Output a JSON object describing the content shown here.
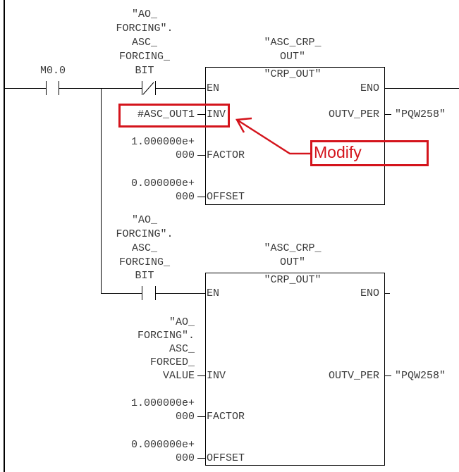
{
  "rungs": [
    {
      "contact1": {
        "label": "M0.0",
        "type": "normally-open"
      },
      "contact2": {
        "label_lines": [
          "\"AO_",
          "FORCING\".",
          "ASC_",
          "FORCING_",
          "BIT"
        ],
        "type": "normally-closed"
      },
      "block": {
        "instance_lines": [
          "\"ASC_CRP_",
          "OUT\""
        ],
        "type_name": "\"CRP_OUT\"",
        "inputs": [
          {
            "pin": "EN",
            "value_lines": []
          },
          {
            "pin": "INV",
            "value_lines": [
              "#ASC_OUT1"
            ]
          },
          {
            "pin": "FACTOR",
            "value_lines": [
              "1.000000e+",
              "000"
            ]
          },
          {
            "pin": "OFFSET",
            "value_lines": [
              "0.000000e+",
              "000"
            ]
          }
        ],
        "outputs": [
          {
            "pin": "ENO",
            "value": ""
          },
          {
            "pin": "OUTV_PER",
            "value": "\"PQW258\""
          }
        ]
      }
    },
    {
      "contact1": {
        "label_lines": [
          "\"AO_",
          "FORCING\".",
          "ASC_",
          "FORCING_",
          "BIT"
        ],
        "type": "normally-open"
      },
      "block": {
        "instance_lines": [
          "\"ASC_CRP_",
          "OUT\""
        ],
        "type_name": "\"CRP_OUT\"",
        "inputs": [
          {
            "pin": "EN",
            "value_lines": []
          },
          {
            "pin": "INV",
            "value_lines": [
              "\"AO_",
              "FORCING\".",
              "ASC_",
              "FORCED_",
              "VALUE"
            ]
          },
          {
            "pin": "FACTOR",
            "value_lines": [
              "1.000000e+",
              "000"
            ]
          },
          {
            "pin": "OFFSET",
            "value_lines": [
              "0.000000e+",
              "000"
            ]
          }
        ],
        "outputs": [
          {
            "pin": "ENO",
            "value": ""
          },
          {
            "pin": "OUTV_PER",
            "value": "\"PQW258\""
          }
        ]
      }
    }
  ],
  "annotation": {
    "label": "Modify",
    "target": "rung 1 INV input #ASC_OUT1",
    "color": "#d4141c"
  }
}
